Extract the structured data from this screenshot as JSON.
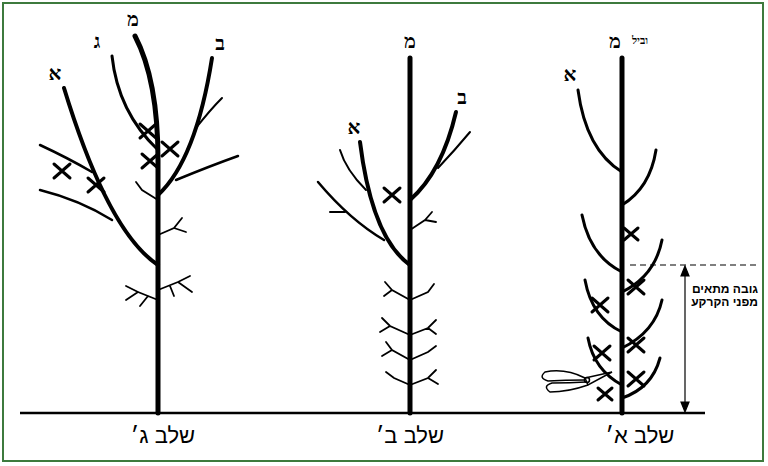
{
  "diagram": {
    "labels": [
      "מ",
      "וביל",
      "א",
      "גובה מתאים מפני הקרקע",
      "שלב א׳",
      "מ",
      "ב",
      "א",
      "שלב ב׳",
      "מ",
      "ג",
      "ב",
      "א",
      "שלב ג׳"
    ]
  }
}
